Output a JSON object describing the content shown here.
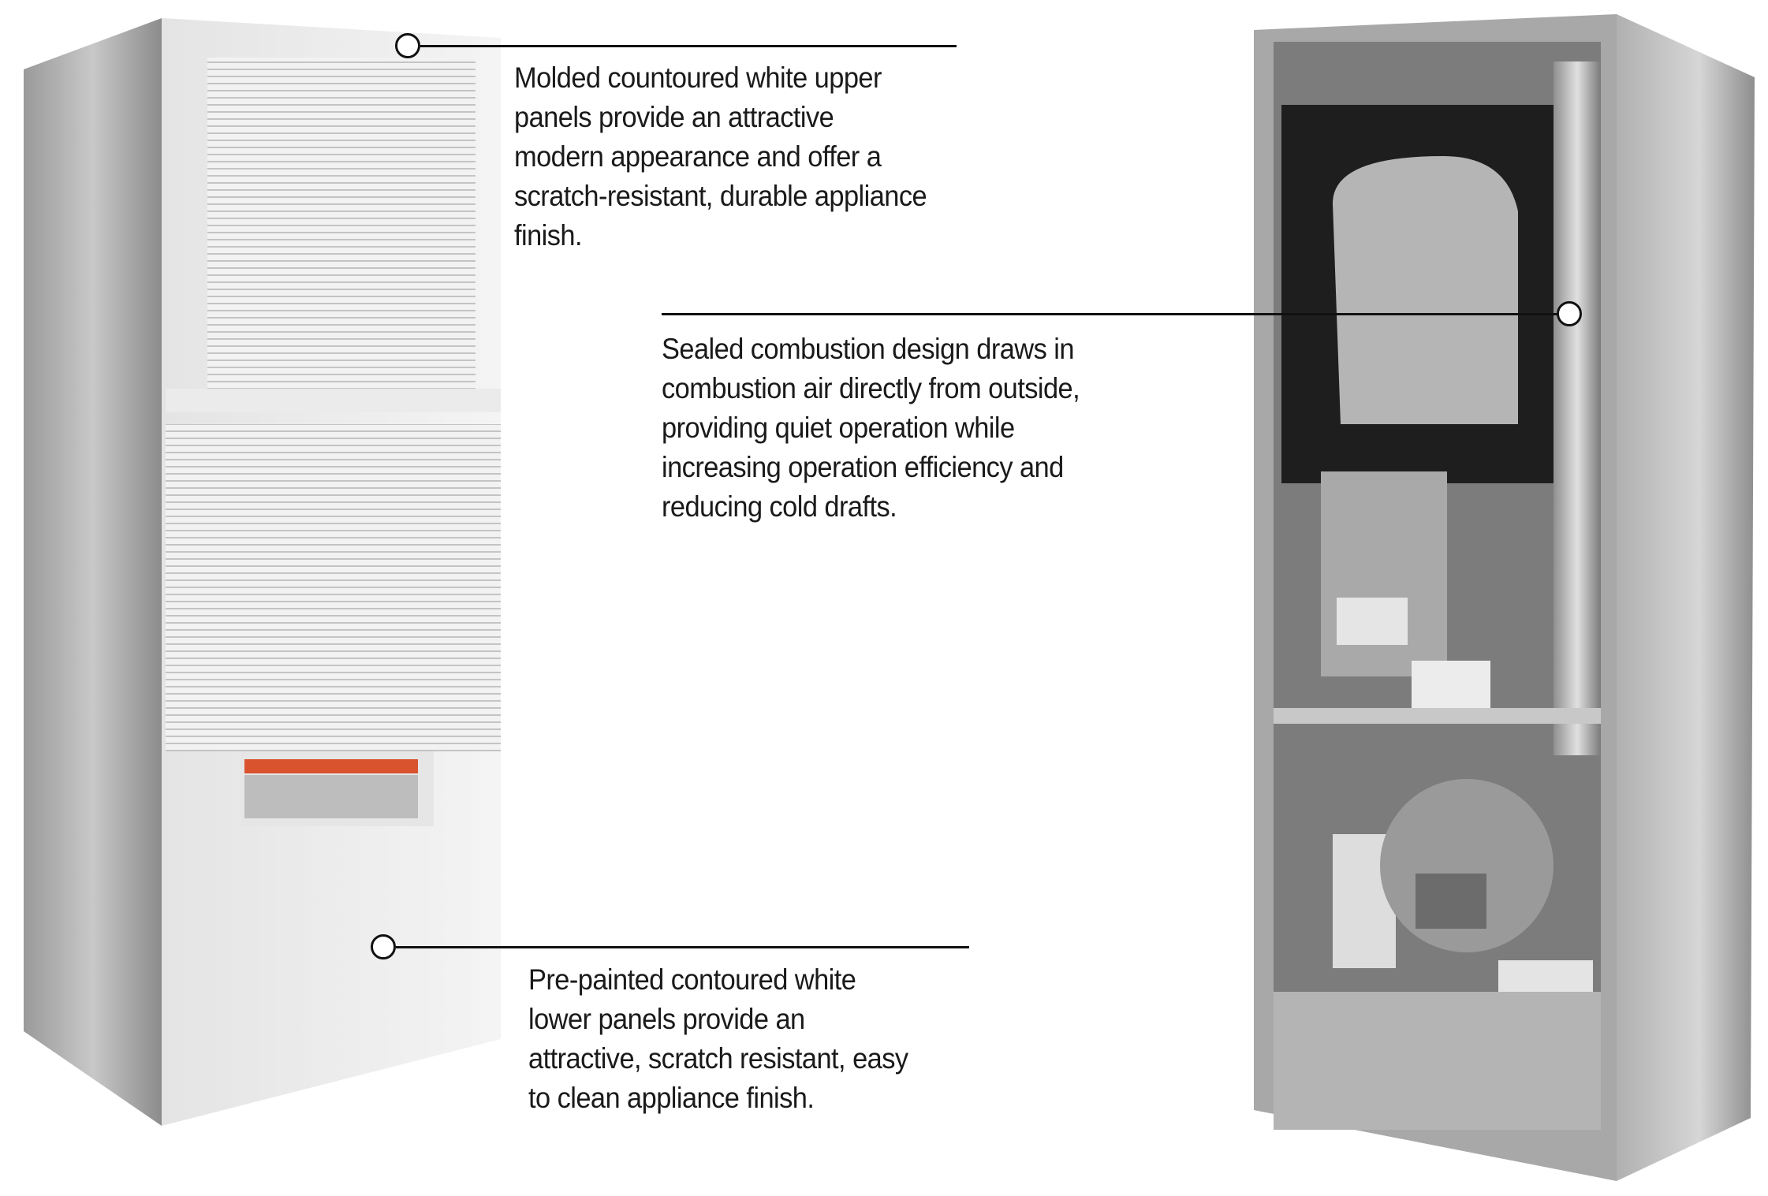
{
  "callouts": [
    {
      "lines": [
        "Molded countoured white upper",
        "panels provide an attractive",
        "modern appearance and offer a",
        "scratch-resistant, durable appliance",
        "finish."
      ]
    },
    {
      "lines": [
        "Sealed combustion design draws in",
        "combustion air directly from outside,",
        "providing quiet operation while",
        "increasing operation efficiency and",
        "reducing cold drafts."
      ]
    },
    {
      "lines": [
        "Pre-painted contoured white",
        "lower panels provide an",
        "attractive, scratch resistant, easy",
        "to clean appliance finish."
      ]
    }
  ]
}
